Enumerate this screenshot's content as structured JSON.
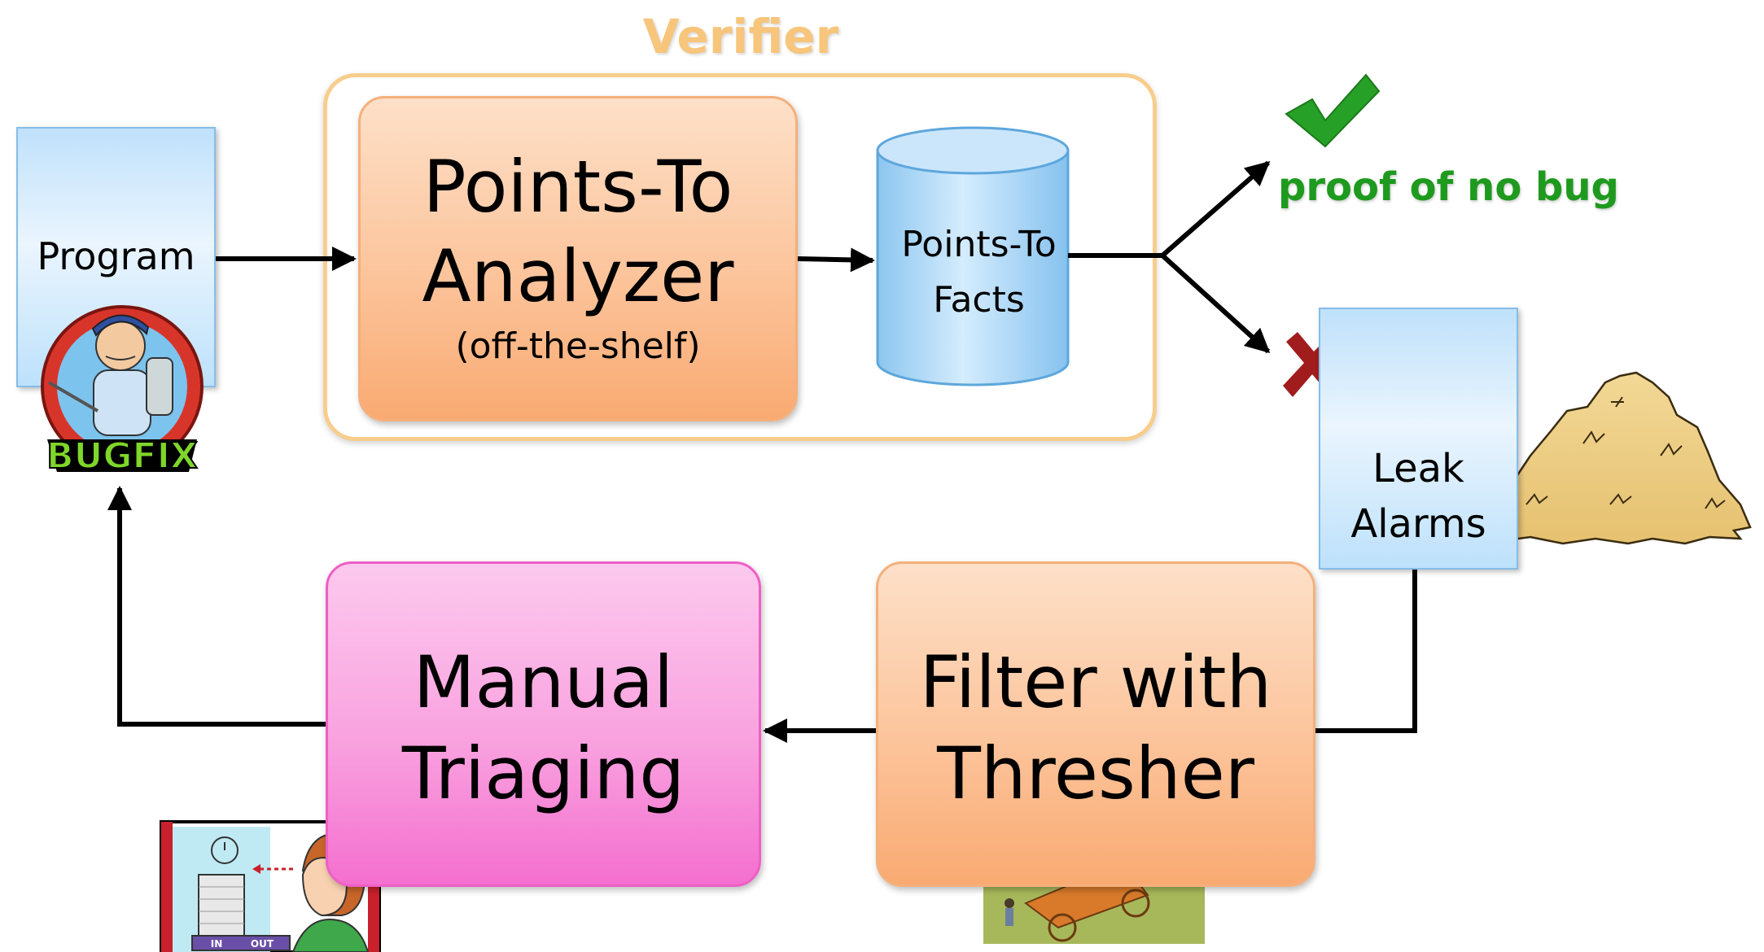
{
  "verifier": {
    "title": "Verifier"
  },
  "program": {
    "label": "Program",
    "logo_text": "BUGFIX"
  },
  "analyzer": {
    "title_line1": "Points-To",
    "title_line2": "Analyzer",
    "subtitle": "(off-the-shelf)"
  },
  "facts": {
    "line1": "Points-To",
    "line2": "Facts"
  },
  "outcomes": {
    "proof_label": "proof of no bug",
    "leak_line1": "Leak",
    "leak_line2": "Alarms"
  },
  "triage": {
    "line1": "Manual",
    "line2": "Triaging",
    "tray_in": "IN",
    "tray_out": "OUT"
  },
  "thresher": {
    "line1": "Filter with",
    "line2": "Thresher"
  },
  "icons": {
    "bugfix": "bugfix-mascot-icon",
    "check": "check-icon",
    "cross": "cross-icon",
    "android": "android-icon",
    "haystack": "haystack-icon",
    "thresher_machine": "thresher-machine-icon",
    "office_worker": "office-worker-icon"
  },
  "colors": {
    "verifier_border": "#f8cd8c",
    "analyzer_fill": "#fcc49b",
    "facts_fill": "#a9d6f5",
    "program_fill": "#bfe1fb",
    "triage_fill": "#f9a2df",
    "proof_text": "#1e9a1e",
    "cross": "#a11c1c"
  }
}
